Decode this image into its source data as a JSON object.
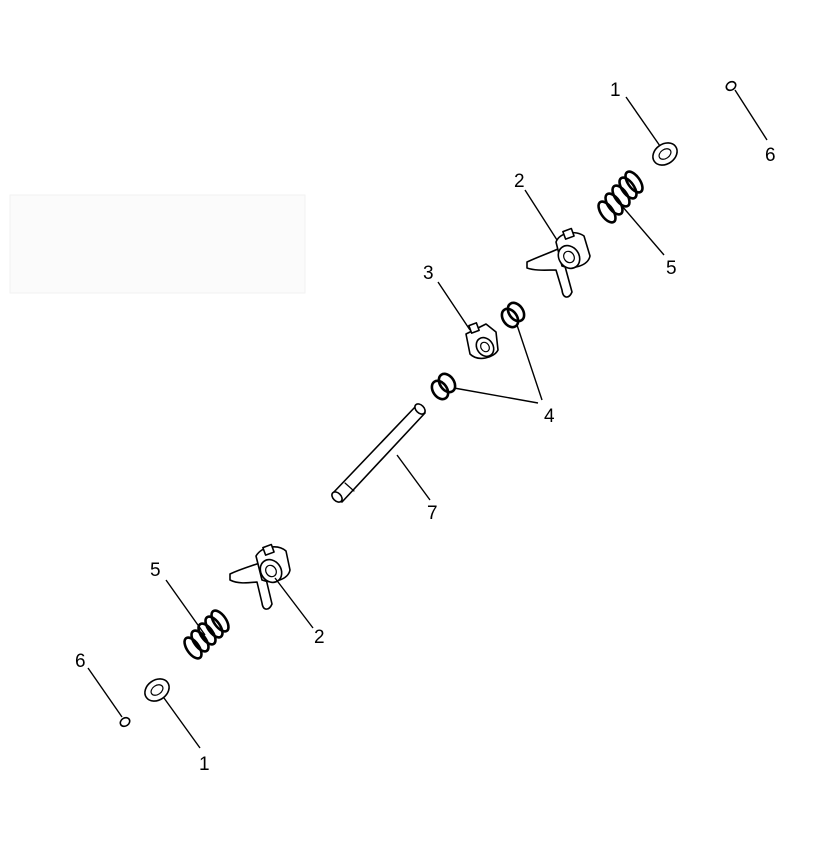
{
  "diagram": {
    "callouts": {
      "c1_top": "1",
      "c6_top": "6",
      "c2_top": "2",
      "c5_top": "5",
      "c3": "3",
      "c4": "4",
      "c7": "7",
      "c5_bottom": "5",
      "c2_bottom": "2",
      "c6_bottom": "6",
      "c1_bottom": "1"
    }
  }
}
